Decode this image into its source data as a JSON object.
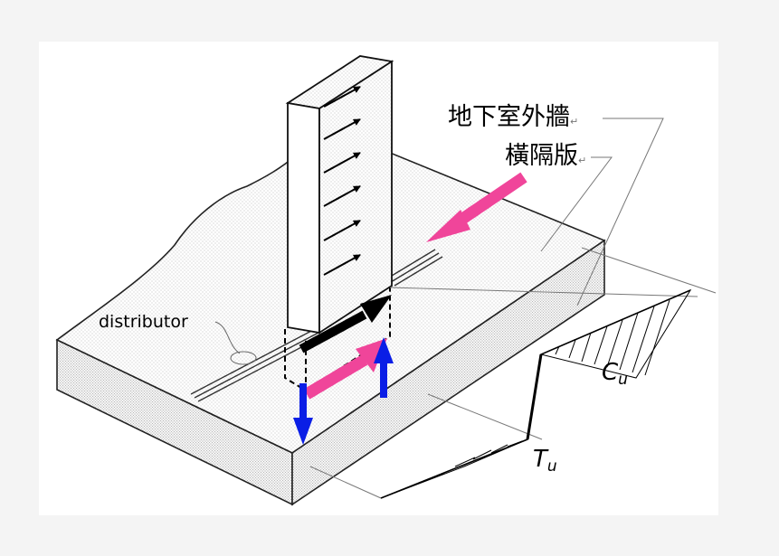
{
  "labels": {
    "basement_wall": "地下室外牆",
    "slab": "橫隔版",
    "distributor": "distributor",
    "cu": "C",
    "cu_sub": "u",
    "tu": "T",
    "tu_sub": "u",
    "return_mark": "↵"
  },
  "colors": {
    "pink_arrow": "#f0459a",
    "blue_arrow": "#0a1ee6",
    "black_arrow": "#000000",
    "background": "#f4f4f4",
    "panel": "#ffffff"
  }
}
